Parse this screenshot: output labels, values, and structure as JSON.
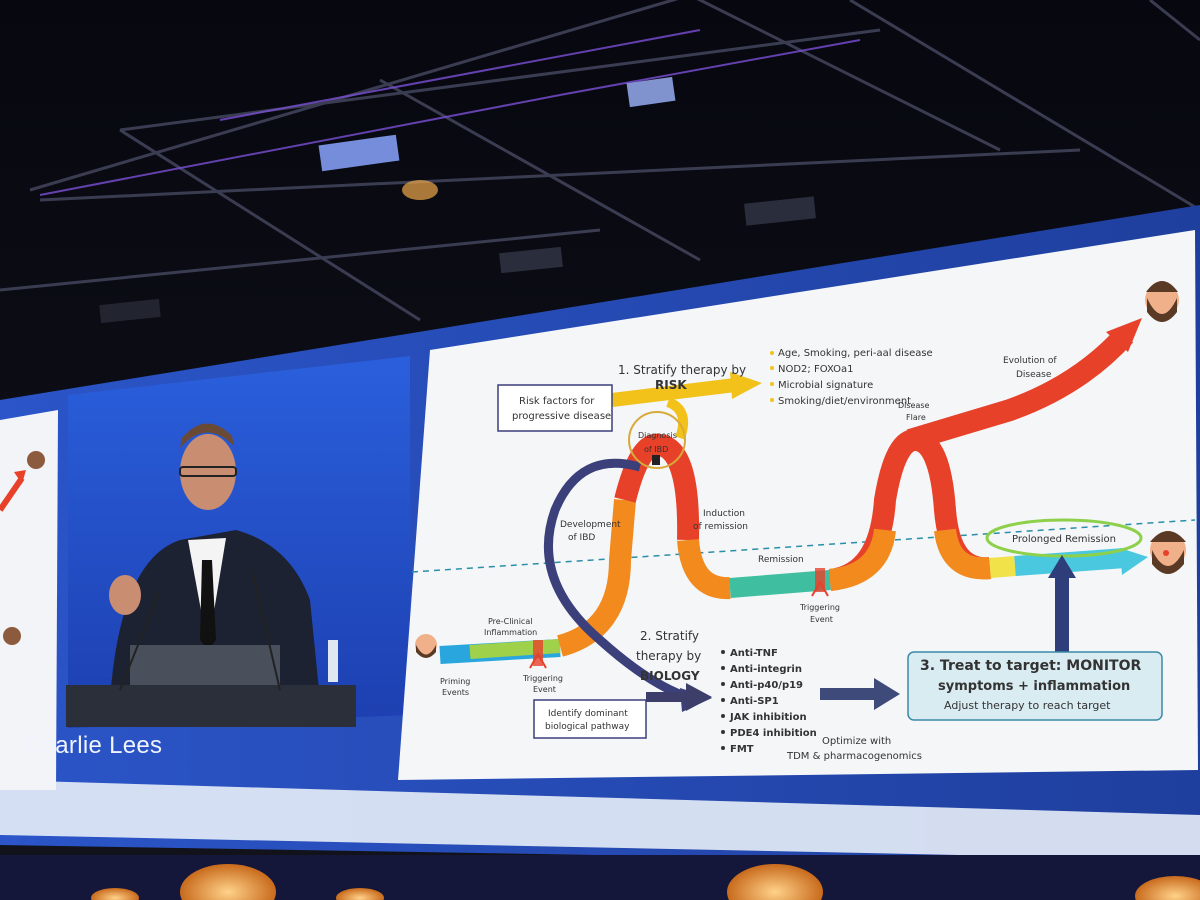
{
  "speaker": {
    "name": "Charlie Lees"
  },
  "slide": {
    "stratify_risk": {
      "line1": "1. Stratify therapy by",
      "line2": "RISK"
    },
    "risk_factors_box": {
      "line1": "Risk factors for",
      "line2": "progressive disease"
    },
    "risk_list": [
      "Age, Smoking, peri-aal disease",
      "NOD2; FOXOa1",
      "Microbial signature",
      "Smoking/diet/environment"
    ],
    "diagnosis": {
      "line1": "Diagnosis",
      "line2": "of IBD"
    },
    "development": {
      "line1": "Development",
      "line2": "of IBD"
    },
    "induction": {
      "line1": "Induction",
      "line2": "of remission"
    },
    "remission": "Remission",
    "evolution": {
      "line1": "Evolution of",
      "line2": "Disease"
    },
    "flare": {
      "line1": "Disease",
      "line2": "Flare"
    },
    "prolonged_remission": "Prolonged Remission",
    "triggering_event_1": {
      "line1": "Triggering",
      "line2": "Event"
    },
    "triggering_event_2": {
      "line1": "Triggering",
      "line2": "Event"
    },
    "pre_clinical": {
      "line1": "Pre-Clinical",
      "line2": "Inflammation"
    },
    "priming": {
      "line1": "Priming",
      "line2": "Events"
    },
    "stratify_biology": {
      "line1": "2. Stratify",
      "line2": "therapy by",
      "line3": "BIOLOGY"
    },
    "pathway_box": {
      "line1": "Identify dominant",
      "line2": "biological pathway"
    },
    "therapies": [
      "Anti-TNF",
      "Anti-integrin",
      "Anti-p40/p19",
      "Anti-SP1",
      "JAK inhibition",
      "PDE4 inhibition",
      "FMT"
    ],
    "treat_box": {
      "line1": "3. Treat to target: MONITOR",
      "line2": "symptoms + inflammation",
      "line3": "Adjust therapy to reach target"
    },
    "optimize": {
      "line1": "Optimize with",
      "line2": "TDM & pharmacogenomics"
    }
  },
  "colors": {
    "stage_blue": "#1e3f9c",
    "slide_bg": "#f4f6f8",
    "arrow_red": "#e8412a",
    "arrow_yellow": "#f2c21b",
    "arrow_teal": "#3fbfa0",
    "box_fill": "#d9ecf2"
  }
}
